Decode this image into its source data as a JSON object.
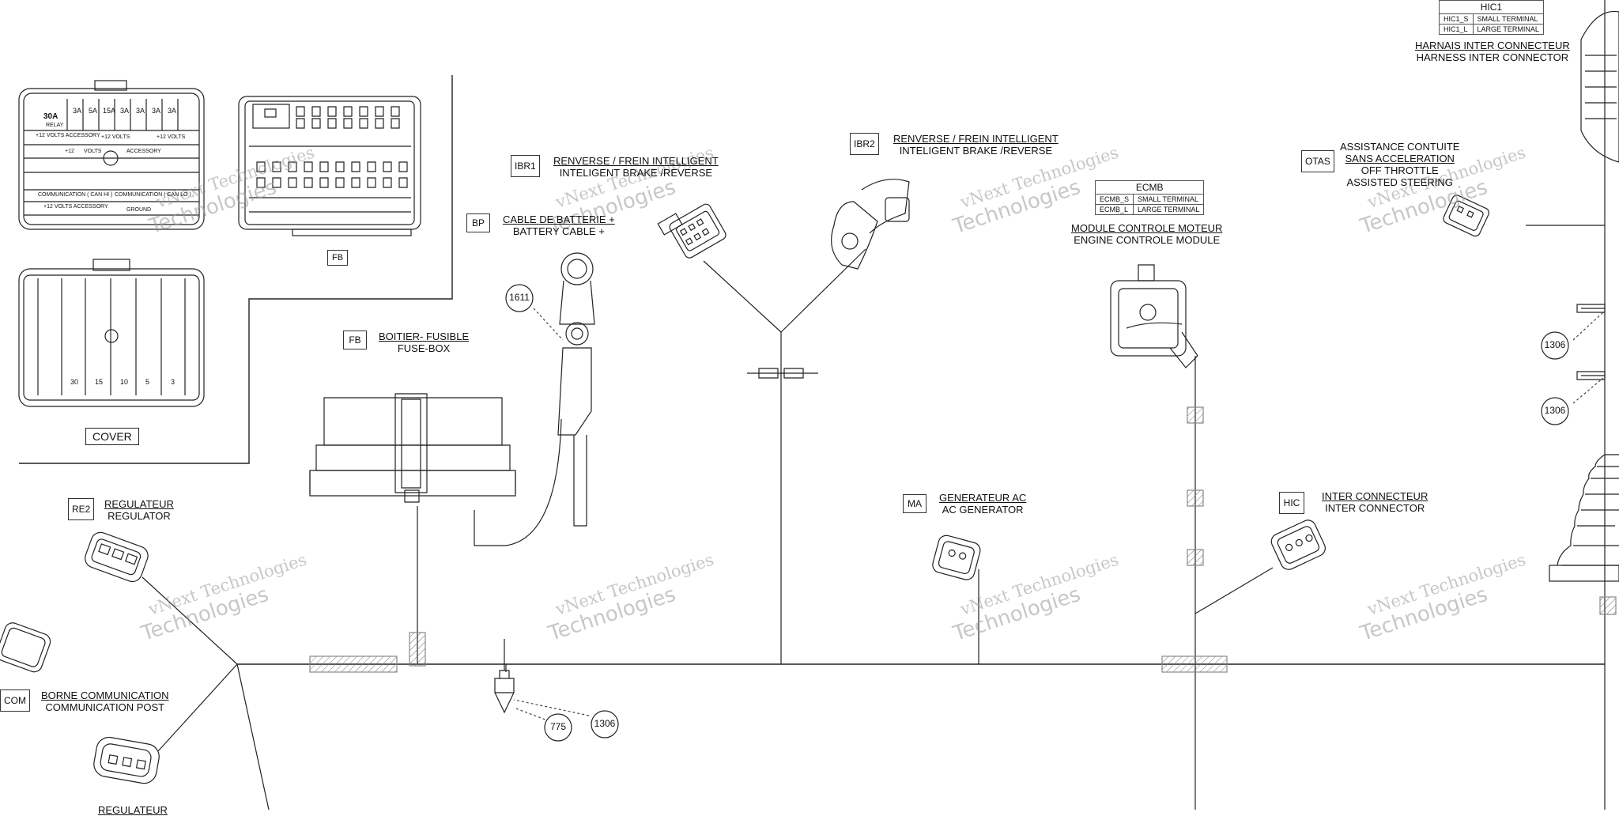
{
  "labels": {
    "hic1_title": {
      "fr": "HARNAIS INTER CONNECTEUR",
      "en": "HARNESS INTER CONNECTOR"
    },
    "ibr1": {
      "fr": "RENVERSE / FREIN INTELLIGENT",
      "en": "INTELIGENT BRAKE /REVERSE"
    },
    "ibr2": {
      "fr": "RENVERSE / FREIN INTELLIGENT",
      "en": "INTELIGENT BRAKE /REVERSE"
    },
    "bp": {
      "fr": "CABLE DE BATTERIE +",
      "en": "BATTERY CABLE +"
    },
    "ecmb": {
      "fr": "MODULE CONTROLE MOTEUR",
      "en": "ENGINE CONTROLE MODULE"
    },
    "otas": {
      "fr": "ASSISTANCE CONTUITE",
      "fr2": "SANS ACCELERATION",
      "en": "OFF THROTTLE",
      "en2": "ASSISTED STEERING"
    },
    "fb": {
      "fr": "BOITIER- FUSIBLE",
      "en": "FUSE-BOX"
    },
    "re2": {
      "fr": "REGULATEUR",
      "en": "REGULATOR"
    },
    "ma": {
      "fr": "GENERATEUR AC",
      "en": "AC GENERATOR"
    },
    "hic": {
      "fr": "INTER CONNECTEUR",
      "en": "INTER CONNECTOR"
    },
    "com": {
      "fr": "BORNE COMMUNICATION",
      "en": "COMMUNICATION POST"
    },
    "re_bottom": {
      "fr": "REGULATEUR"
    }
  },
  "codes": {
    "ibr1": "IBR1",
    "ibr2": "IBR2",
    "bp": "BP",
    "otas": "OTAS",
    "fb": "FB",
    "re2": "RE2",
    "ma": "MA",
    "hic": "HIC",
    "com": "COM",
    "fb_caption": "FB",
    "cover_caption": "COVER"
  },
  "tables": {
    "hic1": {
      "title": "HIC1",
      "rows": [
        [
          "HIC1_S",
          "SMALL TERMINAL"
        ],
        [
          "HIC1_L",
          "LARGE TERMINAL"
        ]
      ]
    },
    "ecmb": {
      "title": "ECMB",
      "rows": [
        [
          "ECMB_S",
          "SMALL TERMINAL"
        ],
        [
          "ECMB_L",
          "LARGE TERMINAL"
        ]
      ]
    }
  },
  "callouts": {
    "c1611": "1611",
    "c1306_a": "1306",
    "c1306_b": "1306",
    "c1306_c": "1306",
    "c775": "775"
  },
  "fuse_box": {
    "fuses": [
      "30A",
      "3A",
      "5A",
      "15A",
      "3A",
      "3A",
      "3A",
      "3A"
    ],
    "relay": "RELAY",
    "rows": [
      "+12 VOLTS ACCESSORY",
      "+12 VOLTS",
      "+12 VOLTS",
      "ACCESSORY",
      "+12",
      "VOLTS"
    ],
    "bottom": [
      "COMMUNICATION ( CAN HI )",
      "COMMUNICATION ( CAN LO )",
      "+12 VOLTS ACCESSORY",
      "GROUND"
    ],
    "cover_labels": [
      "30",
      "15",
      "10",
      "5",
      "3"
    ]
  },
  "watermark": {
    "line1": "vNext Technologies",
    "line2": "Technologies"
  }
}
